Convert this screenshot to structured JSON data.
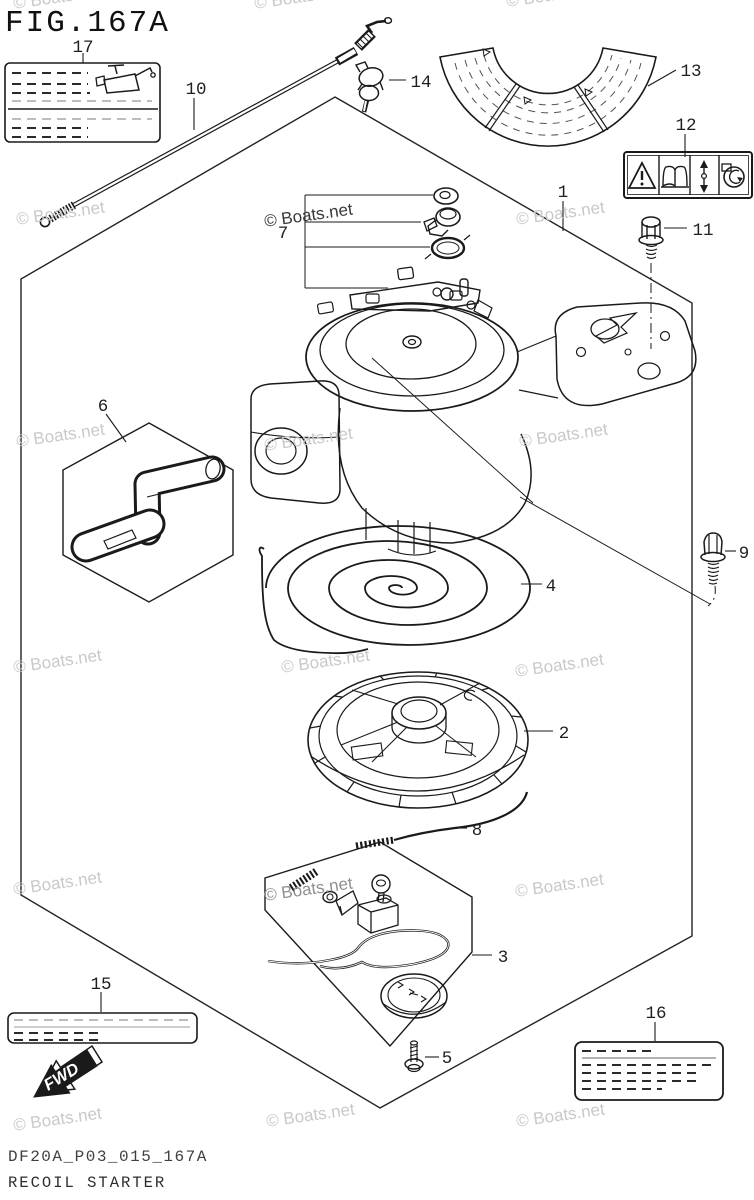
{
  "figure": {
    "title": "FIG.167A",
    "code": "DF20A_P03_015_167A",
    "subtitle": "RECOIL STARTER"
  },
  "watermark": {
    "text": "© Boats.net"
  },
  "fwd": {
    "label": "FWD"
  },
  "callouts": {
    "c1": "1",
    "c2": "2",
    "c3": "3",
    "c4": "4",
    "c5": "5",
    "c6": "6",
    "c7": "7",
    "c8": "8",
    "c9": "9",
    "c10": "10",
    "c11": "11",
    "c12": "12",
    "c13": "13",
    "c14": "14",
    "c15": "15",
    "c16": "16",
    "c17": "17"
  },
  "colors": {
    "background": "#ffffff",
    "line": "#1a1a1a",
    "dash_gray": "#bdbdbd",
    "watermark_light": "#c9c9c9",
    "watermark_medium": "#909090",
    "watermark_dark": "#383838"
  }
}
